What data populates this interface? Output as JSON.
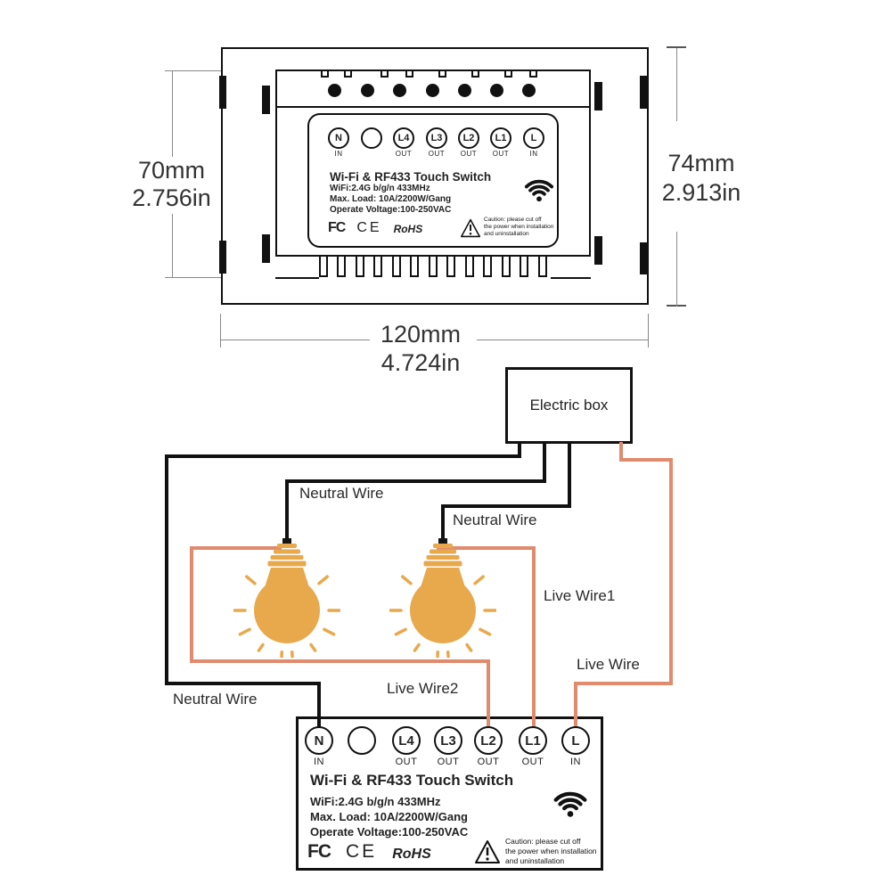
{
  "dimensions": {
    "height_inner_mm": "70mm",
    "height_inner_in": "2.756in",
    "height_outer_mm": "74mm",
    "height_outer_in": "2.913in",
    "width_mm": "120mm",
    "width_in": "4.724in"
  },
  "switch": {
    "title": "Wi-Fi & RF433 Touch Switch",
    "specs": [
      "WiFi:2.4G b/g/n 433MHz",
      "Max. Load: 10A/2200W/Gang",
      "Operate Voltage:100-250VAC"
    ],
    "certifications": [
      "FC",
      "CE",
      "RoHS"
    ],
    "caution_lines": [
      "Caution: please cut off",
      "the power when installation",
      "and uninstallation"
    ],
    "terminals": [
      {
        "label": "N",
        "port": "IN"
      },
      {
        "label": "",
        "port": ""
      },
      {
        "label": "L4",
        "port": "OUT"
      },
      {
        "label": "L3",
        "port": "OUT"
      },
      {
        "label": "L2",
        "port": "OUT"
      },
      {
        "label": "L1",
        "port": "OUT"
      },
      {
        "label": "L",
        "port": "IN"
      }
    ]
  },
  "wiring": {
    "electric_box_label": "Electric box",
    "wire_labels": {
      "neutral_bulb1": "Neutral Wire",
      "neutral_bulb2": "Neutral Wire",
      "neutral_switch": "Neutral Wire",
      "live_wire1": "Live Wire1",
      "live_wire2": "Live Wire2",
      "live_wire": "Live Wire"
    }
  },
  "colors": {
    "line": "#111111",
    "live_wire": "#E08B6E",
    "bulb": "#E8A94C"
  }
}
